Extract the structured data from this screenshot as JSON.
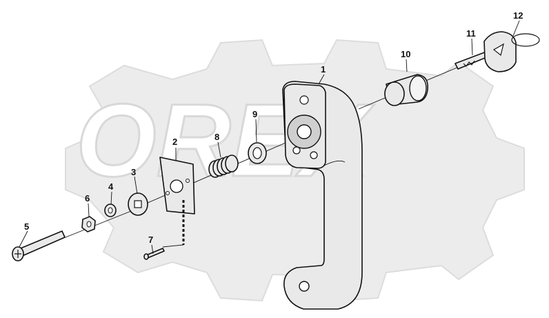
{
  "diagram": {
    "watermark_text": "OREX",
    "callouts": [
      {
        "id": "1",
        "label": "1"
      },
      {
        "id": "2",
        "label": "2"
      },
      {
        "id": "3",
        "label": "3"
      },
      {
        "id": "4",
        "label": "4"
      },
      {
        "id": "5",
        "label": "5"
      },
      {
        "id": "6",
        "label": "6"
      },
      {
        "id": "7",
        "label": "7"
      },
      {
        "id": "8",
        "label": "8"
      },
      {
        "id": "9",
        "label": "9"
      },
      {
        "id": "10",
        "label": "10"
      },
      {
        "id": "11",
        "label": "11"
      },
      {
        "id": "12",
        "label": "12"
      }
    ]
  }
}
